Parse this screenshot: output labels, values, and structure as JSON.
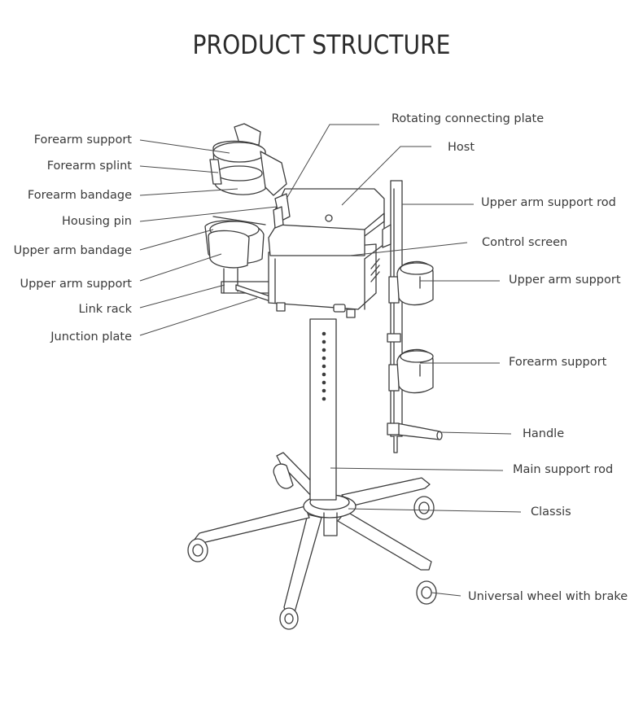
{
  "title": "PRODUCT STRUCTURE",
  "labels": {
    "forearm_support_left": "Forearm support",
    "forearm_splint": "Forearm splint",
    "forearm_bandage": "Forearm bandage",
    "housing_pin": "Housing pin",
    "upper_arm_bandage": "Upper arm bandage",
    "upper_arm_support_left": "Upper arm support",
    "link_rack": "Link rack",
    "junction_plate": "Junction plate",
    "rotating_connecting_plate": "Rotating connecting plate",
    "host": "Host",
    "upper_arm_support_rod": "Upper arm support rod",
    "control_screen": "Control screen",
    "upper_arm_support_right": "Upper arm support",
    "forearm_support_right": "Forearm support",
    "handle": "Handle",
    "main_support_rod": "Main support rod",
    "classis": "Classis",
    "universal_wheel": "Universal wheel with brake"
  }
}
